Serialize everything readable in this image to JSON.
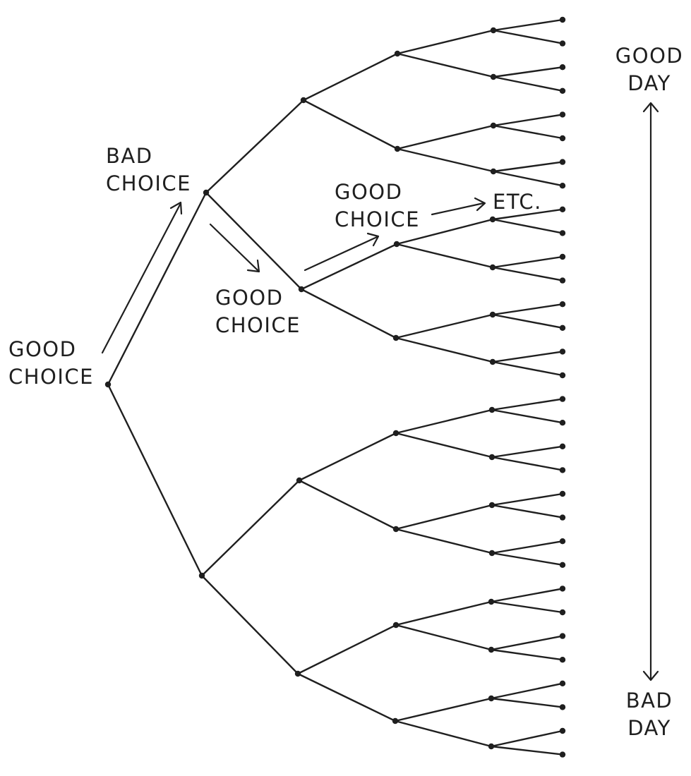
{
  "labels": {
    "root_choice": [
      "GOOD",
      "CHOICE"
    ],
    "bad_choice": [
      "BAD",
      "CHOICE"
    ],
    "mid_choice": [
      "GOOD",
      "CHOICE"
    ],
    "upper_choice": [
      "GOOD",
      "CHOICE"
    ],
    "etc": "ETC.",
    "scale_top": [
      "GOOD",
      "DAY"
    ],
    "scale_bottom": [
      "BAD",
      "DAY"
    ]
  },
  "tree": {
    "depth": 5,
    "structure": "binary decision tree",
    "leaf_count": 32
  }
}
